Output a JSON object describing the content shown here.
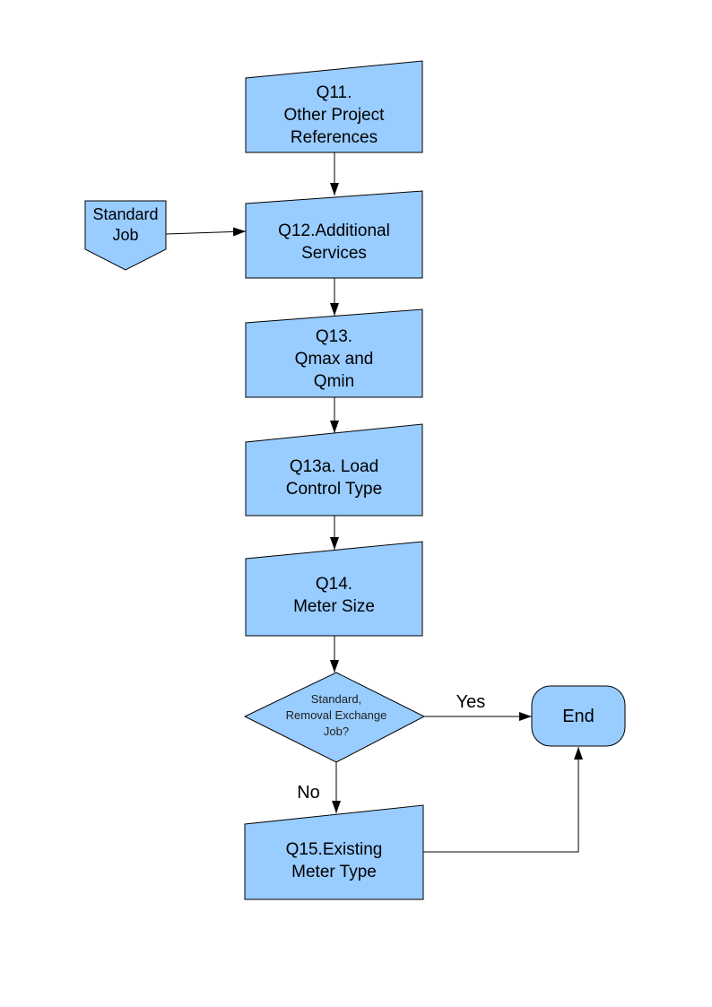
{
  "page": {
    "background": "#FFFFFF"
  },
  "colors": {
    "shape_fill": "#99CCFF",
    "shape_stroke": "#000000",
    "connector": "#000000",
    "text": "#000000"
  },
  "flowchart": {
    "nodes": [
      {
        "id": "q11",
        "type": "process",
        "label": "Q11.\nOther Project\nReferences"
      },
      {
        "id": "standard-job",
        "type": "off-page-connector",
        "label": "Standard\nJob"
      },
      {
        "id": "q12",
        "type": "process",
        "label": "Q12.Additional\nServices"
      },
      {
        "id": "q13",
        "type": "process",
        "label": "Q13.\nQmax and\nQmin"
      },
      {
        "id": "q13a",
        "type": "process",
        "label": "Q13a. Load\nControl Type"
      },
      {
        "id": "q14",
        "type": "process",
        "label": "Q14.\nMeter Size"
      },
      {
        "id": "decision",
        "type": "decision",
        "label": "Standard,\nRemoval Exchange\nJob?"
      },
      {
        "id": "end",
        "type": "terminator",
        "label": "End"
      },
      {
        "id": "q15",
        "type": "process",
        "label": "Q15.Existing\nMeter Type"
      }
    ],
    "edge_labels": {
      "yes": "Yes",
      "no": "No"
    }
  }
}
